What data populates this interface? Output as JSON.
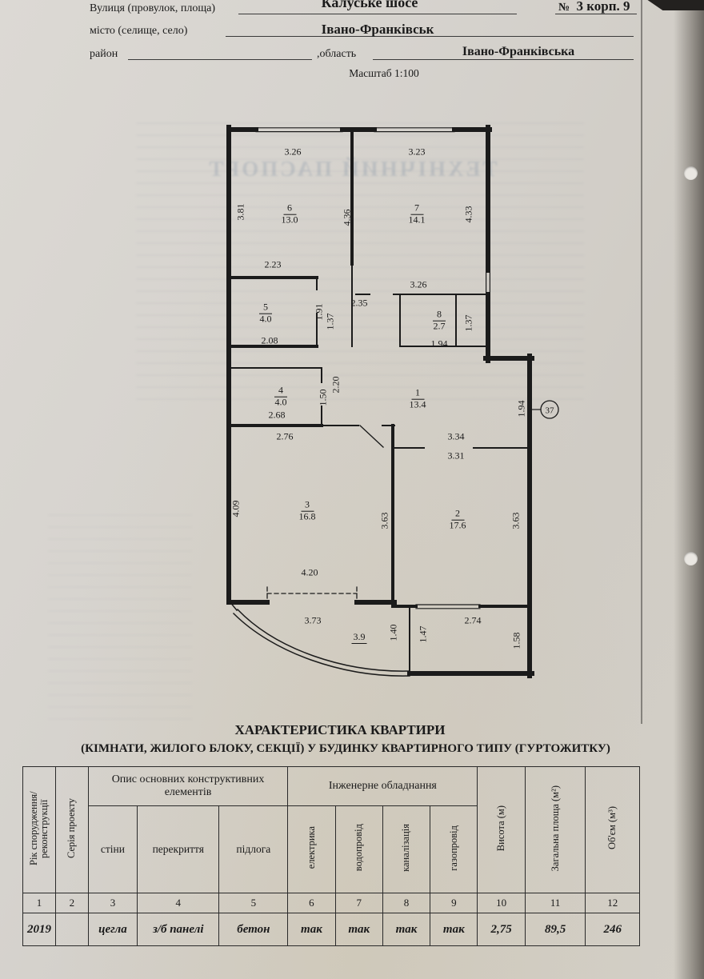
{
  "header": {
    "street_label": "Вулиця (провулок, площа)",
    "street_value": "Калуське шосе",
    "number_label": "№",
    "number_value": "3 корп. 9",
    "city_label": "місто (селище, село)",
    "city_value": "Івано-Франківськ",
    "district_label": "район",
    "oblast_label": ",область",
    "oblast_value": "Івано-Франківська",
    "scale": "Масштаб 1:100"
  },
  "artifacts": {
    "bleed_title": "ТЕХНІЧНИЙ ПАСПОРТ"
  },
  "plan": {
    "unit_number": "37",
    "rooms": {
      "r1": {
        "num": "1",
        "area": "13.4"
      },
      "r2": {
        "num": "2",
        "area": "17.6"
      },
      "r3": {
        "num": "3",
        "area": "16.8"
      },
      "r4": {
        "num": "4",
        "area": "4.0"
      },
      "r5": {
        "num": "5",
        "area": "4.0"
      },
      "r6": {
        "num": "6",
        "area": "13.0"
      },
      "r7": {
        "num": "7",
        "area": "14.1"
      },
      "r8": {
        "num": "8",
        "area": "2.7"
      }
    },
    "dims": {
      "d01": "3.26",
      "d02": "3.23",
      "d03": "3.81",
      "d04": "4.36",
      "d05": "4.33",
      "d06": "2.23",
      "d07": "3.26",
      "d08": "2.35",
      "d09": "1.91",
      "d10": "1.37",
      "d11": "1.37",
      "d12": "2.08",
      "d13": "1.94",
      "d14": "2.20",
      "d15": "1.50",
      "d16": "2.68",
      "d17": "1.94",
      "d18": "2.76",
      "d19": "3.34",
      "d20": "3.31",
      "d21": "4.09",
      "d22": "3.63",
      "d23": "3.63",
      "d24": "4.20",
      "d25": "3.73",
      "d26": "3.9",
      "d27": "1.40",
      "d28": "1.47",
      "d29": "2.74",
      "d30": "1.58"
    }
  },
  "table": {
    "title": "ХАРАКТЕРИСТИКА КВАРТИРИ",
    "subtitle": "(КІМНАТИ, ЖИЛОГО БЛОКУ, СЕКЦІЇ) У БУДИНКУ КВАРТИРНОГО ТИПУ (ГУРТОЖИТКУ)",
    "group_construction": "Опис основних конструктивних елементів",
    "group_engineering": "Інженерне обладнання",
    "col_year": "Рік спорудження/ реконструкції",
    "col_series": "Серія проекту",
    "col_walls": "стіни",
    "col_overlap": "перекриття",
    "col_floor": "підлога",
    "col_electricity": "електрика",
    "col_water": "водопровід",
    "col_sewerage": "каналізація",
    "col_gas": "газопровід",
    "col_height": "Висота (м)",
    "col_area": "Загальна площа (м²)",
    "col_volume": "Об'єм (м³)",
    "numbers": [
      "1",
      "2",
      "3",
      "4",
      "5",
      "6",
      "7",
      "8",
      "9",
      "10",
      "11",
      "12"
    ],
    "values": [
      "2019",
      "",
      "цегла",
      "з/б панелі",
      "бетон",
      "так",
      "так",
      "так",
      "так",
      "2,75",
      "89,5",
      "246"
    ]
  }
}
